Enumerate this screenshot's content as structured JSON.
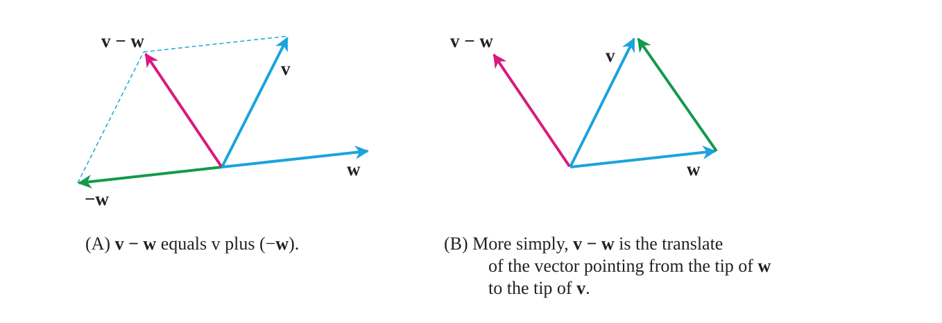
{
  "colors": {
    "blue": "#1ba3dd",
    "magenta": "#d8197f",
    "green": "#139a4b",
    "text": "#231f20"
  },
  "panel_a": {
    "labels": {
      "v_minus_w": "v − w",
      "v": "v",
      "w": "w",
      "neg_w": "−w"
    },
    "caption": {
      "prefix": "(A) ",
      "bold1": "v − w",
      "mid": " equals v plus (−",
      "bold2": "w",
      "end": ")."
    }
  },
  "panel_b": {
    "labels": {
      "v_minus_w": "v − w",
      "v": "v",
      "w": "w"
    },
    "caption": {
      "line1_prefix": "(B) More simply, ",
      "line1_bold": "v − w",
      "line1_end": " is the translate",
      "line2_text": "of the vector pointing from the tip of ",
      "line2_bold": "w",
      "line3_text": "to the tip of ",
      "line3_bold": "v",
      "line3_end": "."
    }
  }
}
